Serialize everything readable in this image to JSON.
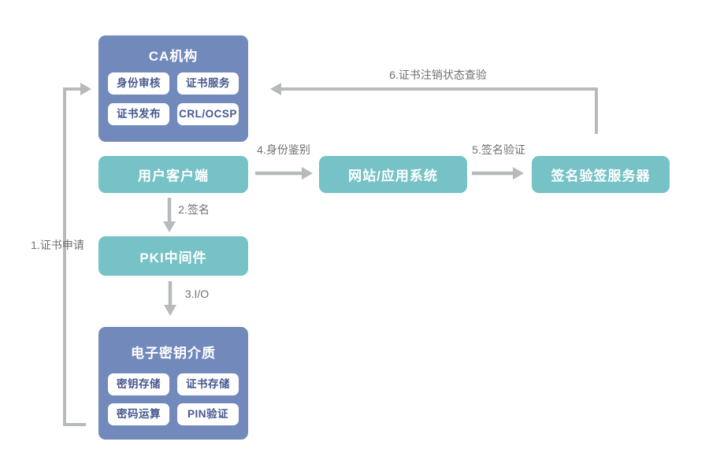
{
  "diagram": {
    "nodes": {
      "ca": {
        "title": "CA机构",
        "modules": [
          "身份审核",
          "证书服务",
          "证书发布",
          "CRL/OCSP"
        ]
      },
      "client": {
        "title": "用户客户端"
      },
      "web_app": {
        "title": "网站/应用系统"
      },
      "sign_server": {
        "title": "签名验签服务器"
      },
      "pki": {
        "title": "PKI中间件"
      },
      "key_medium": {
        "title": "电子密钥介质",
        "modules": [
          "密钥存储",
          "证书存储",
          "密码运算",
          "PIN验证"
        ]
      }
    },
    "edges": {
      "e1": "1.证书申请",
      "e2": "2.签名",
      "e3": "3.I/O",
      "e4": "4.身份鉴别",
      "e5": "5.签名验证",
      "e6": "6.证书注销状态查验"
    },
    "colors": {
      "node_primary": "#7289BC",
      "node_secondary": "#76C2C6",
      "module_text": "#47588F",
      "arrow": "#B6BABC",
      "edge_label_text": "#6D7073"
    }
  }
}
